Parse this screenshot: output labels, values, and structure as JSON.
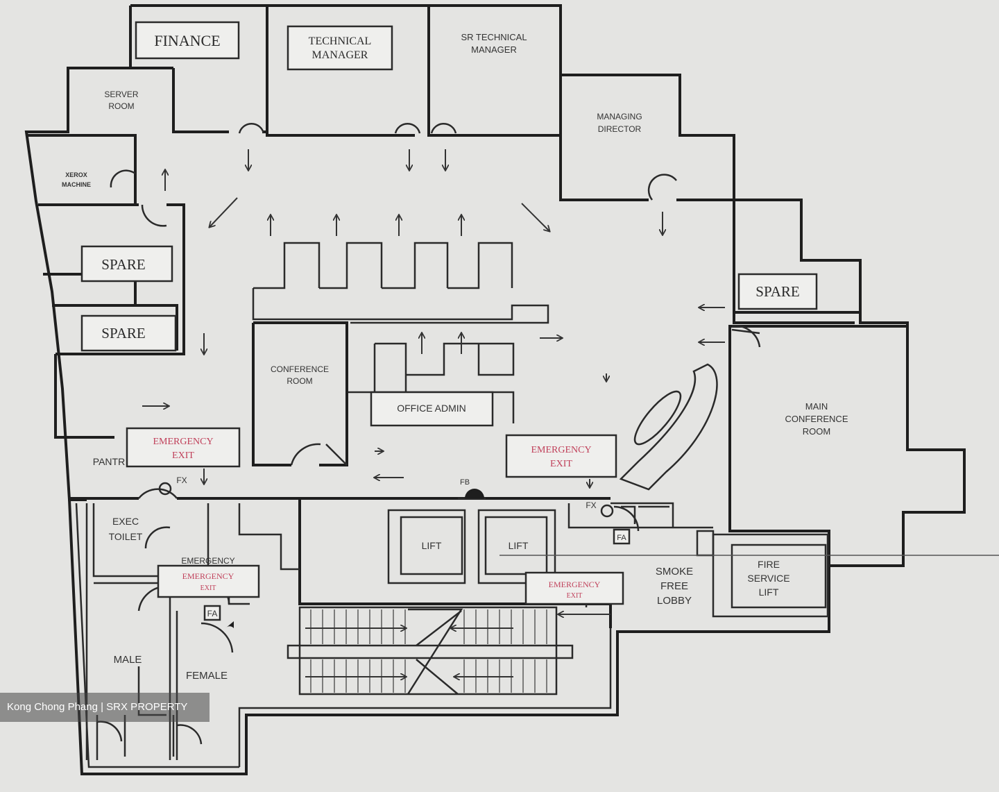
{
  "rooms": {
    "finance": "FINANCE",
    "technical_manager": [
      "TECHNICAL",
      "MANAGER"
    ],
    "sr_technical_manager": [
      "SR TECHNICAL",
      "MANAGER"
    ],
    "server_room": [
      "SERVER",
      "ROOM"
    ],
    "xerox_machine": [
      "XEROX",
      "MACHINE"
    ],
    "managing_director": [
      "MANAGING",
      "DIRECTOR"
    ],
    "spare_1": "SPARE",
    "spare_2": "SPARE",
    "spare_3": "SPARE",
    "conference_room": [
      "CONFERENCE",
      "ROOM"
    ],
    "office_admin": "OFFICE ADMIN",
    "main_conference_room": [
      "MAIN",
      "CONFERENCE",
      "ROOM"
    ],
    "pantry": "PANTR",
    "exec_toilet": [
      "EXEC",
      "TOILET"
    ],
    "male": "MALE",
    "female": "FEMALE",
    "lift_1": "LIFT",
    "lift_2": "LIFT",
    "smoke_free_lobby": [
      "SMOKE",
      "FREE",
      "LOBBY"
    ],
    "fire_service_lift": [
      "FIRE",
      "SERVICE",
      "LIFT"
    ]
  },
  "signs": {
    "emergency_exit_1": [
      "EMERGENCY",
      "EXIT"
    ],
    "emergency_exit_2": [
      "EMERGENCY",
      "EXIT"
    ],
    "emergency_exit_3": [
      "EMERGENCY",
      "EXIT"
    ],
    "emergency_exit_4": [
      "EMERGENCY",
      "EXIT"
    ],
    "emergency_partial": "EMERGENCY",
    "fx_1": "FX",
    "fx_2": "FX",
    "fa_1": "FA",
    "fa_2": "FA",
    "fb": "FB"
  },
  "watermark": "Kong Chong Phang | SRX PROPERTY",
  "colors": {
    "background": "#dcdcda",
    "walls": "#1e1e1e",
    "exit_text": "#c0405a"
  }
}
